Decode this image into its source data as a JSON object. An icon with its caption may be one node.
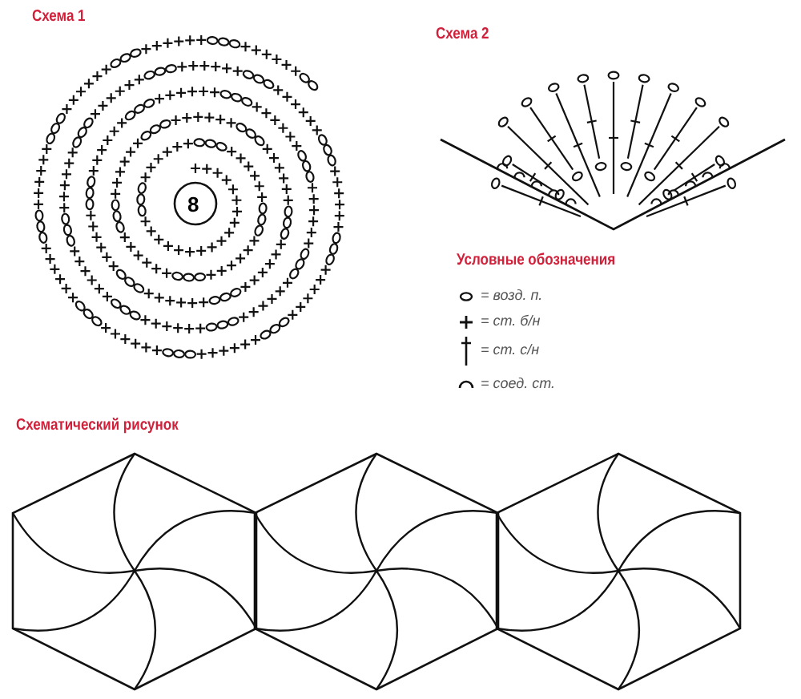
{
  "diagram": {
    "labels": [
      "Схема 1",
      "Схема 2",
      "8",
      "Условные обозначения",
      "Схематический рисунок"
    ],
    "legend": [
      {
        "text": "= возд. п."
      },
      {
        "text": "= ст. б/н"
      },
      {
        "text": "= ст. с/н"
      },
      {
        "text": "= соед. ст."
      }
    ]
  }
}
